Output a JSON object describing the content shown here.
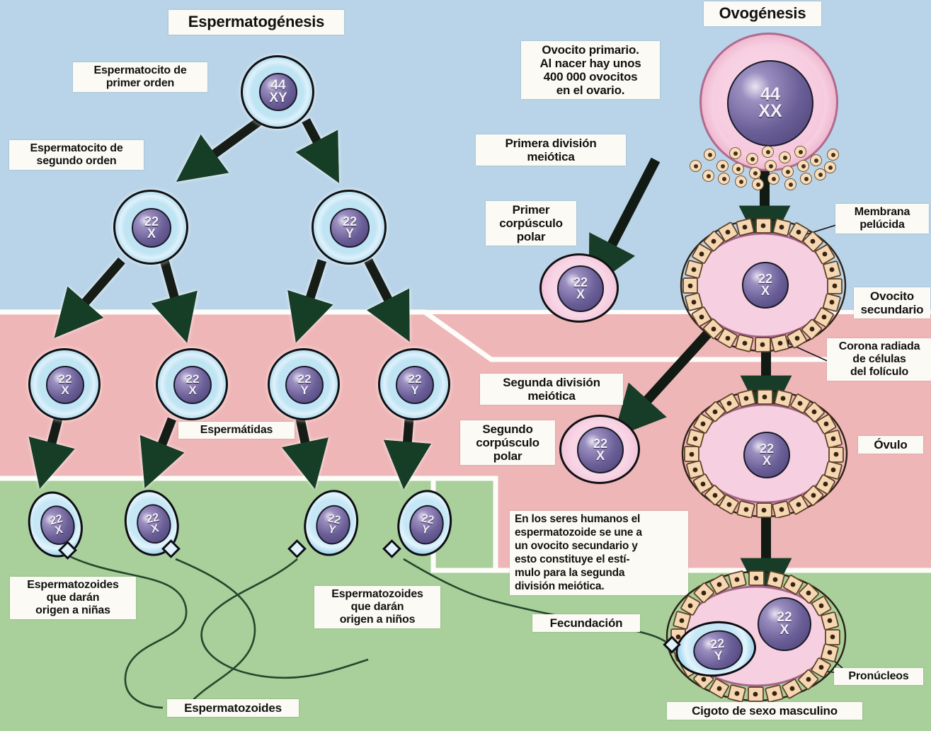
{
  "titles": {
    "spermatogenesis": "Espermatogénesis",
    "oogenesis": "Ovogénesis"
  },
  "left_labels": {
    "primary_spermatocyte": "Espermatocito de\nprimer orden",
    "secondary_spermatocyte": "Espermatocito de\nsegundo orden",
    "spermatids": "Espermátidas",
    "sperm_girls": "Espermatozoides\nque darán\norigen a niñas",
    "sperm_boys": "Espermatozoides\nque darán\norigen a niños",
    "spermatozoa": "Espermatozoides"
  },
  "center_labels": {
    "first_meiotic_division": "Primera división\nmeiótica",
    "second_meiotic_division": "Segunda división\nmeiótica",
    "first_polar_body": "Primer\ncorpúsculo\npolar",
    "second_polar_body": "Segundo\ncorpúsculo\npolar",
    "fertilization": "Fecundación",
    "note": "En los seres humanos el\nespermatozoide se une a\nun ovocito secundario y\nesto constituye el estí-\nmulo para la segunda\ndivisión meiótica."
  },
  "right_labels": {
    "primary_oocyte": "Ovocito primario.\nAl nacer hay unos\n400 000 ovocitos\nen el ovario.",
    "zona_pellucida": "Membrana\npelúcida",
    "secondary_oocyte": "Ovocito\nsecundario",
    "corona_radiata": "Corona radiada\nde células\ndel folículo",
    "ovum": "Óvulo",
    "pronuclei": "Pronúcleos",
    "male_zygote": "Cigoto de sexo masculino"
  },
  "karyotypes": {
    "primary_spermatocyte": {
      "n": "44",
      "sex": "XY"
    },
    "secondary_spermatocyte_1": {
      "n": "22",
      "sex": "X"
    },
    "secondary_spermatocyte_2": {
      "n": "22",
      "sex": "Y"
    },
    "spermatid_1": {
      "n": "22",
      "sex": "X"
    },
    "spermatid_2": {
      "n": "22",
      "sex": "X"
    },
    "spermatid_3": {
      "n": "22",
      "sex": "Y"
    },
    "spermatid_4": {
      "n": "22",
      "sex": "Y"
    },
    "spermatozoon_1": {
      "n": "22",
      "sex": "X"
    },
    "spermatozoon_2": {
      "n": "22",
      "sex": "X"
    },
    "spermatozoon_3": {
      "n": "22",
      "sex": "Y"
    },
    "spermatozoon_4": {
      "n": "22",
      "sex": "Y"
    },
    "primary_oocyte": {
      "n": "44",
      "sex": "XX"
    },
    "first_polar_body": {
      "n": "22",
      "sex": "X"
    },
    "secondary_oocyte": {
      "n": "22",
      "sex": "X"
    },
    "second_polar_body": {
      "n": "22",
      "sex": "X"
    },
    "ovum": {
      "n": "22",
      "sex": "X"
    },
    "zygote_female_pronucleus": {
      "n": "22",
      "sex": "X"
    },
    "zygote_male_pronucleus": {
      "n": "22",
      "sex": "Y"
    }
  },
  "colors": {
    "background_blue": "#b9d4e8",
    "background_pink": "#efb6b8",
    "background_green": "#a9cf9b",
    "label_box": "#fbfaf4",
    "arrow": "#173d28",
    "nucleus": "#5e5290",
    "sperm_cytoplasm": "#bfe4f4",
    "oocyte_pink": "#f6c9de",
    "follicle_cell": "#f6d7b3",
    "flagellum": "#24472c"
  }
}
